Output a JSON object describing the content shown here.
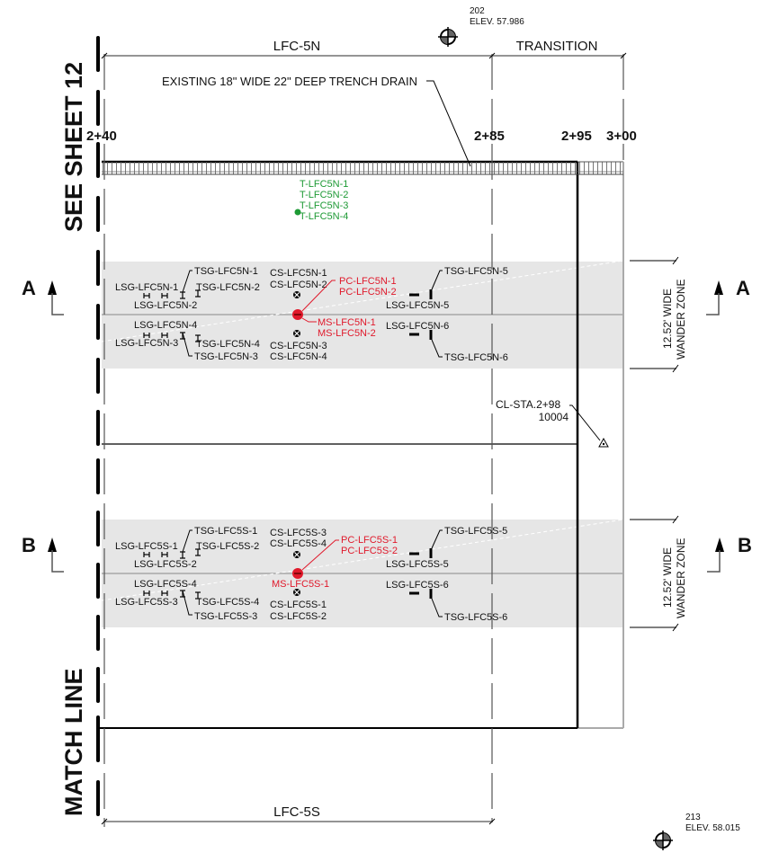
{
  "sheet": {
    "left_label": "SEE SHEET 12",
    "bottom_left_label": "MATCH LINE"
  },
  "dimensions": {
    "top_segment_1": "LFC-5N",
    "top_segment_2": "TRANSITION",
    "bottom_segment": "LFC-5S"
  },
  "stations": [
    "2+40",
    "2+85",
    "2+95",
    "3+00"
  ],
  "survey_points": [
    {
      "id": "202",
      "elevation": "ELEV. 57.986"
    },
    {
      "id": "213",
      "elevation": "ELEV. 58.015"
    }
  ],
  "callouts": {
    "trench_drain": "EXISTING 18\" WIDE 22\" DEEP TRENCH DRAIN",
    "cl_station": "CL-STA.2+98",
    "cl_number": "10004"
  },
  "section_markers": {
    "a": "A",
    "b": "B"
  },
  "wander_zone": {
    "line1": "12.52' WIDE",
    "line2": "WANDER ZONE"
  },
  "thermocouples": [
    "T-LFC5N-1",
    "T-LFC5N-2",
    "T-LFC5N-3",
    "T-LFC5N-4"
  ],
  "north_lane": {
    "tsg": [
      "TSG-LFC5N-1",
      "TSG-LFC5N-2",
      "TSG-LFC5N-3",
      "TSG-LFC5N-4",
      "TSG-LFC5N-5",
      "TSG-LFC5N-6"
    ],
    "lsg": [
      "LSG-LFC5N-1",
      "LSG-LFC5N-2",
      "LSG-LFC5N-3",
      "LSG-LFC5N-4",
      "LSG-LFC5N-5",
      "LSG-LFC5N-6"
    ],
    "cs": [
      "CS-LFC5N-1",
      "CS-LFC5N-2",
      "CS-LFC5N-3",
      "CS-LFC5N-4"
    ],
    "pc": [
      "PC-LFC5N-1",
      "PC-LFC5N-2"
    ],
    "ms": [
      "MS-LFC5N-1",
      "MS-LFC5N-2"
    ]
  },
  "south_lane": {
    "tsg": [
      "TSG-LFC5S-1",
      "TSG-LFC5S-2",
      "TSG-LFC5S-3",
      "TSG-LFC5S-4",
      "TSG-LFC5S-5",
      "TSG-LFC5S-6"
    ],
    "lsg": [
      "LSG-LFC5S-1",
      "LSG-LFC5S-2",
      "LSG-LFC5S-3",
      "LSG-LFC5S-4",
      "LSG-LFC5S-5",
      "LSG-LFC5S-6"
    ],
    "cs": [
      "CS-LFC5S-1",
      "CS-LFC5S-2",
      "CS-LFC5S-3",
      "CS-LFC5S-4"
    ],
    "pc": [
      "PC-LFC5S-1",
      "PC-LFC5S-2"
    ],
    "ms": [
      "MS-LFC5S-1"
    ]
  },
  "colors": {
    "pressure_cell": "#e0192b",
    "thermocouple": "#1e9a35",
    "wander_zone_fill": "#e6e6e6"
  }
}
